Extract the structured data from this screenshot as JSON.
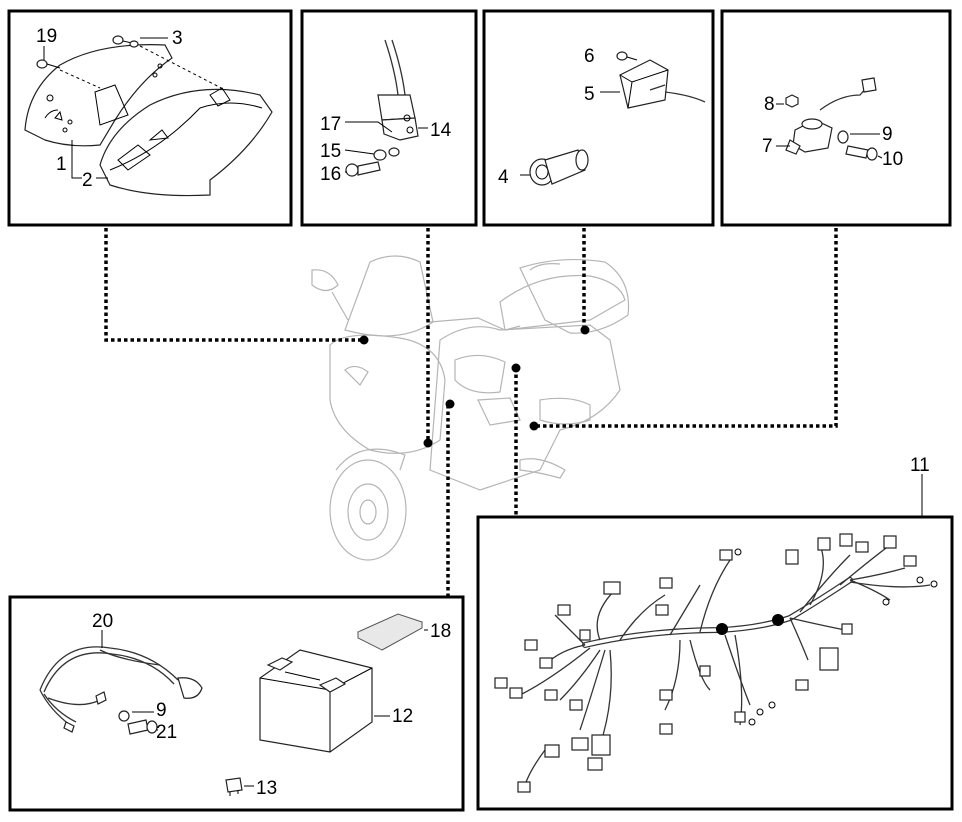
{
  "callouts": {
    "p1": "1",
    "p2": "2",
    "p3": "3",
    "p4": "4",
    "p5": "5",
    "p6": "6",
    "p7": "7",
    "p8": "8",
    "p9a": "9",
    "p9b": "9",
    "p10": "10",
    "p11": "11",
    "p12": "12",
    "p13": "13",
    "p14": "14",
    "p15": "15",
    "p16": "16",
    "p17": "17",
    "p18": "18",
    "p19": "19",
    "p20": "20",
    "p21": "21"
  }
}
